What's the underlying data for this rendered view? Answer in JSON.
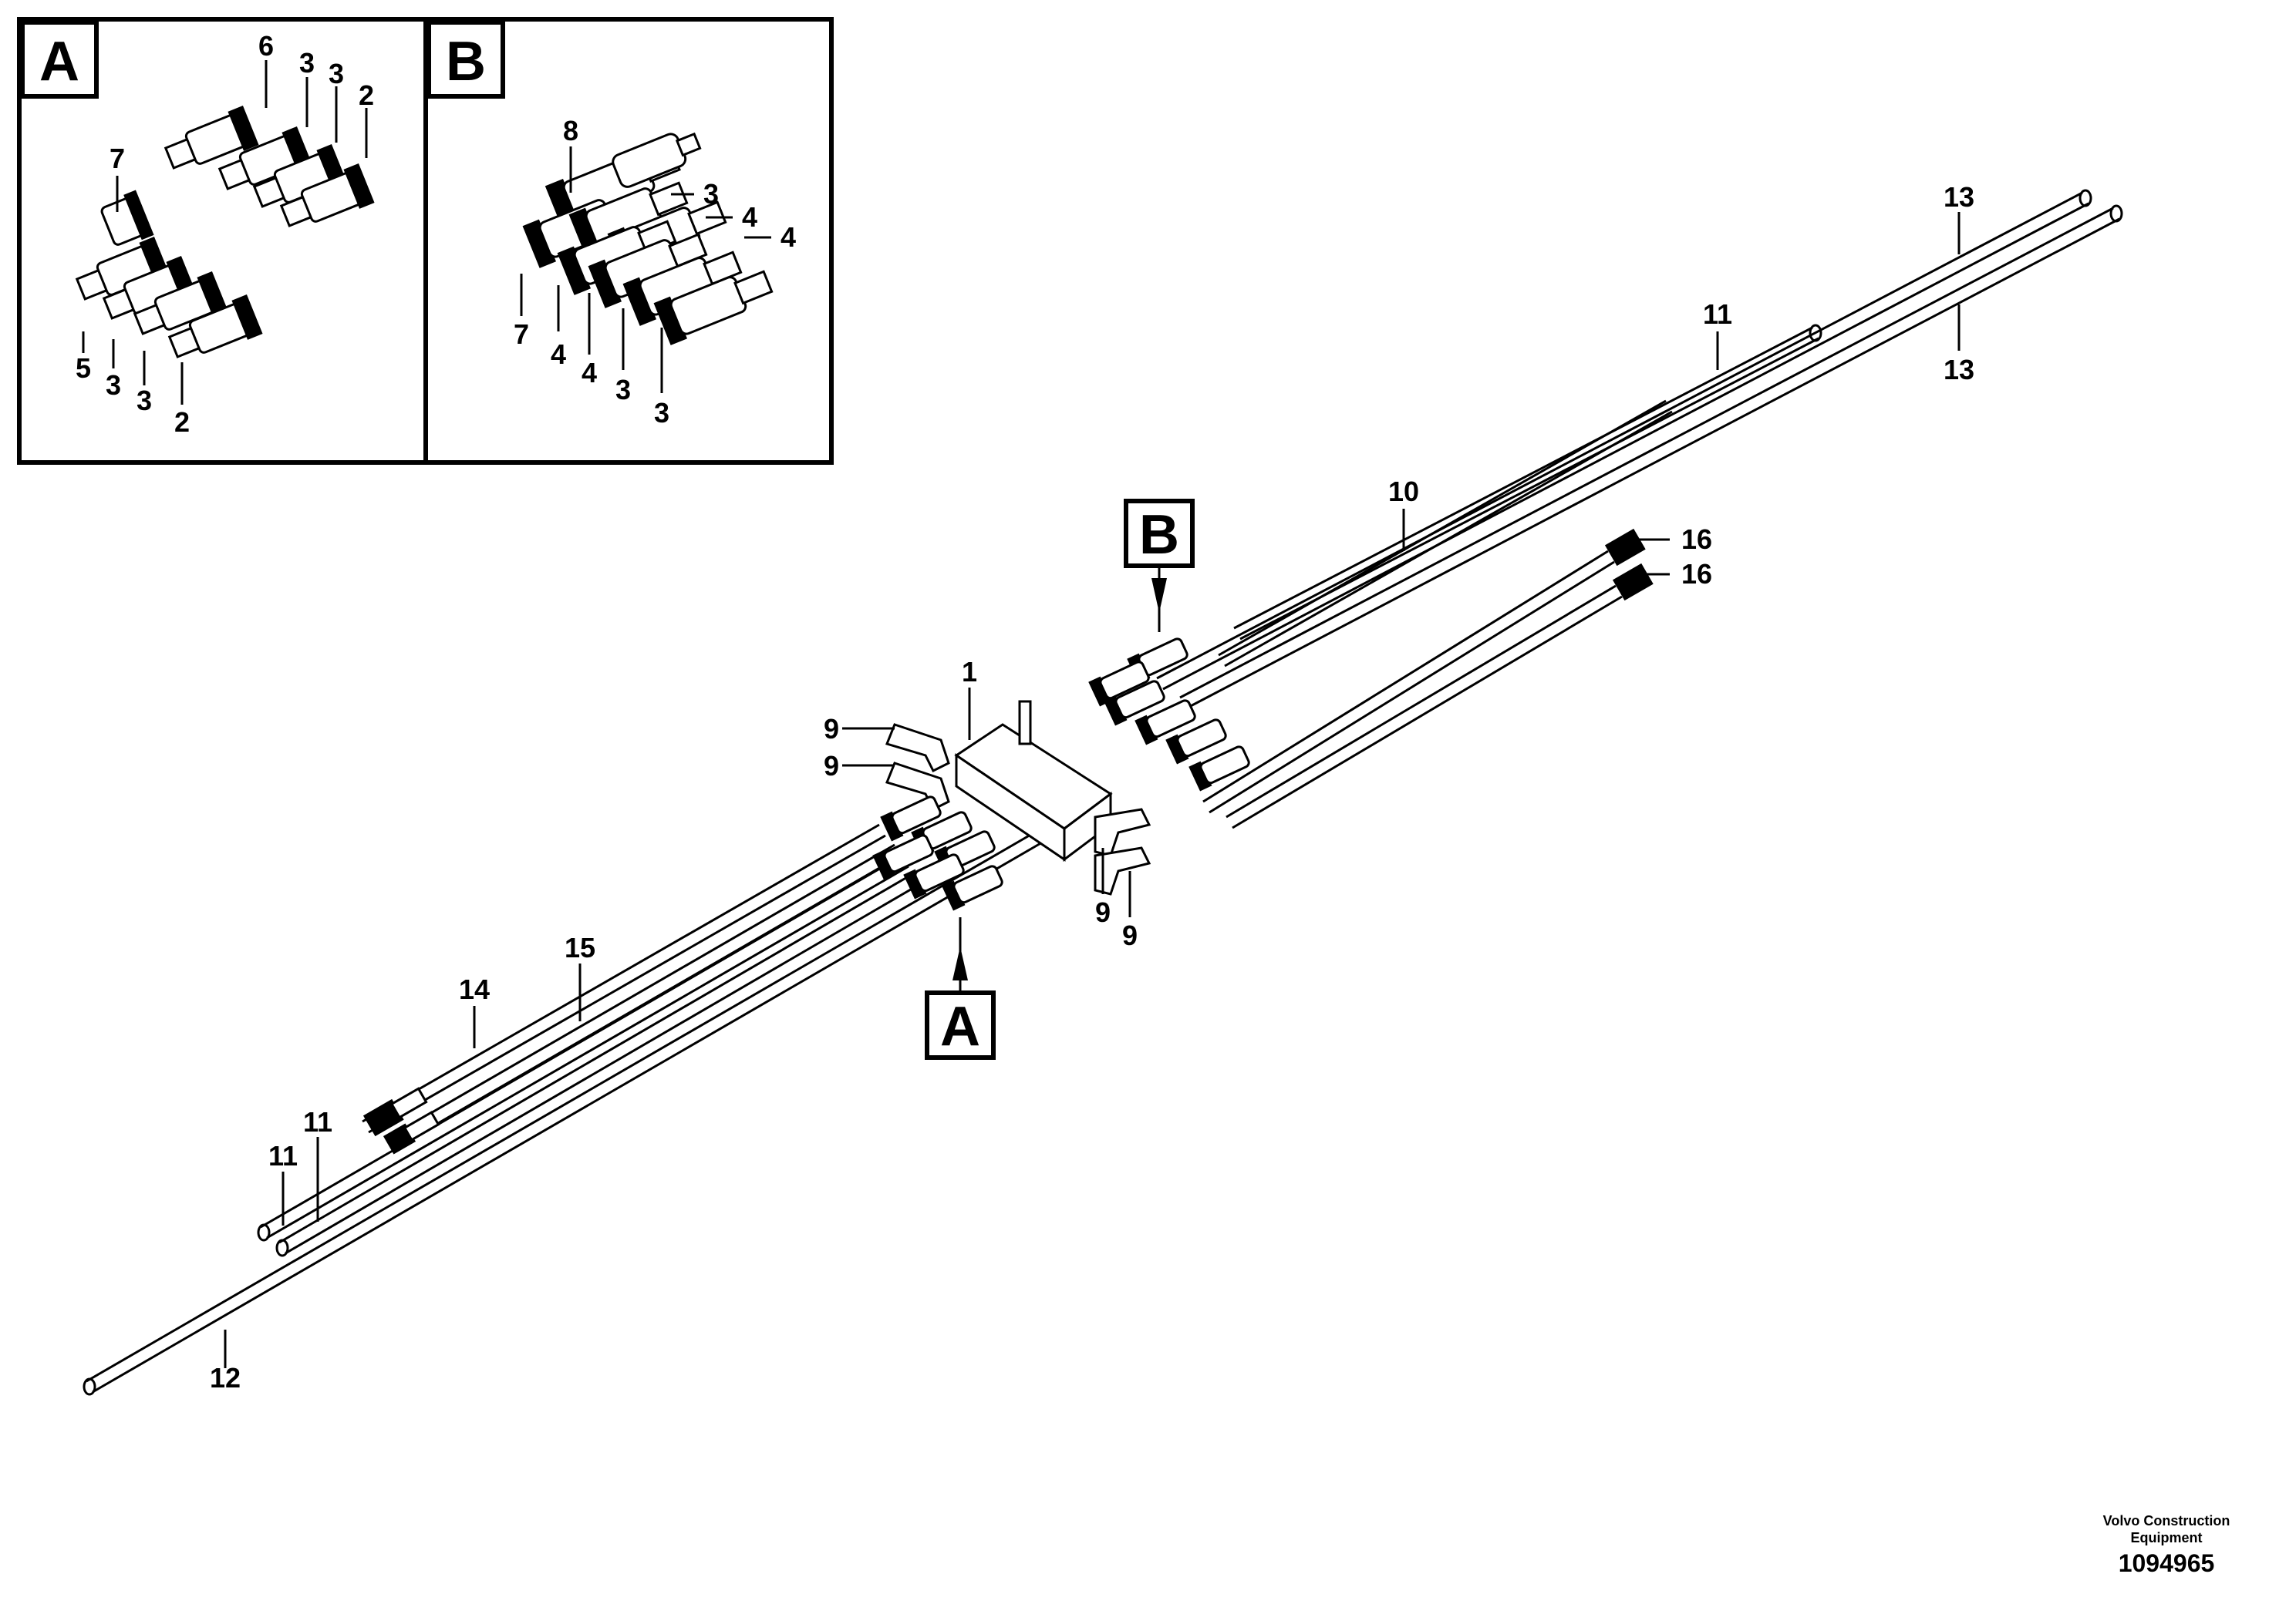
{
  "inset_a": {
    "title": "A",
    "callouts": [
      "6",
      "3",
      "3",
      "2",
      "7",
      "5",
      "3",
      "3",
      "2"
    ]
  },
  "inset_b": {
    "title": "B",
    "callouts": [
      "8",
      "3",
      "4",
      "4",
      "7",
      "4",
      "4",
      "3",
      "3"
    ]
  },
  "main": {
    "marker_a": "A",
    "marker_b": "B",
    "callouts": [
      "1",
      "9",
      "9",
      "9",
      "9",
      "10",
      "11",
      "11",
      "11",
      "12",
      "13",
      "13",
      "14",
      "15",
      "16",
      "16"
    ]
  },
  "credit": {
    "line1": "Volvo Construction",
    "line2": "Equipment",
    "number": "1094965"
  }
}
